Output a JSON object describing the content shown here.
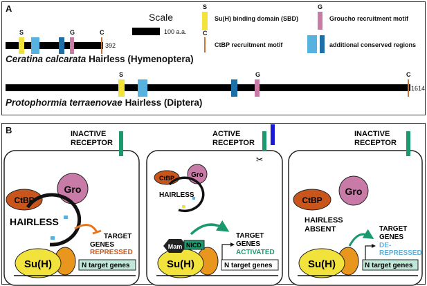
{
  "panel_a": {
    "label": "A",
    "scale": {
      "title": "Scale",
      "value": "100 a.a."
    },
    "legend": {
      "sbd": {
        "letter": "S",
        "text": "Su(H) binding domain (SBD)"
      },
      "gro": {
        "letter": "G",
        "text": "Groucho recruitment motif"
      },
      "ctbp": {
        "letter": "C",
        "text": "CtBP recruitment motif"
      },
      "cons": {
        "text": "additional conserved regions"
      }
    },
    "protein1": {
      "name": "Ceratina calcarata",
      "suffix": "Hairless (Hymenoptera)",
      "length": "392",
      "s": "S",
      "g": "G",
      "c": "C"
    },
    "protein2": {
      "name": "Protophormia terraenovae",
      "suffix": "Hairless (Diptera)",
      "length": "1614",
      "s": "S",
      "g": "G",
      "c": "C"
    },
    "colors": {
      "sbd": "#f2e23c",
      "gro": "#c97ba8",
      "ctbp": "#c8743a",
      "cons_light": "#57b2e0",
      "cons_dark": "#1d6fa8"
    }
  },
  "panel_b": {
    "label": "B",
    "inactive1": {
      "receptor": [
        "INACTIVE",
        "RECEPTOR"
      ],
      "ctbp": "CtBP",
      "gro": "Gro",
      "hairless": "HAIRLESS",
      "target": [
        "TARGET",
        "GENES"
      ],
      "status": "REPRESSED",
      "suh": "Su(H)",
      "ngenes": "N target genes"
    },
    "active": {
      "receptor": [
        "ACTIVE",
        "RECEPTOR"
      ],
      "ctbp": "CtBP",
      "gro": "Gro",
      "hairless": "HAIRLESS",
      "mam": "Mam",
      "nicd": "NICD",
      "target": [
        "TARGET",
        "GENES"
      ],
      "status": "ACTIVATED",
      "suh": "Su(H)",
      "ngenes": "N target genes"
    },
    "inactive2": {
      "receptor": [
        "INACTIVE",
        "RECEPTOR"
      ],
      "ctbp": "CtBP",
      "gro": "Gro",
      "hairless": [
        "HAIRLESS",
        "ABSENT"
      ],
      "target": [
        "TARGET",
        "GENES"
      ],
      "status": [
        "DE-",
        "REPRESSED"
      ],
      "suh": "Su(H)",
      "ngenes": "N target genes"
    },
    "colors": {
      "receptor": "#1a9a6c",
      "nicd_bar": "#1b1bd6",
      "ctbp": "#c8561c",
      "gro": "#c97ba8",
      "suh": "#f2e23c",
      "csl_orange": "#e8961e",
      "ngenes_bg": "#bfe8d8",
      "repressed": "#c8561c",
      "activated": "#1a9a6c",
      "derepressed": "#57b2e0"
    }
  }
}
